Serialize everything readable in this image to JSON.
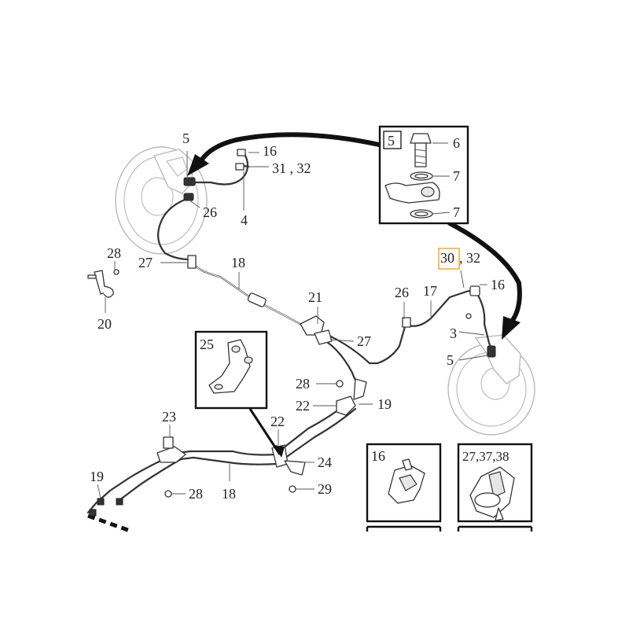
{
  "callouts": {
    "c5_top": "5",
    "c16_top": "16",
    "c3132_top": "31 , 32",
    "c26_top": "26",
    "c4": "4",
    "c28_left": "28",
    "c27_left": "27",
    "c18_mid": "18",
    "c20": "20",
    "c21": "21",
    "c27_mid": "27",
    "c26_right": "26",
    "c17": "17",
    "c3032_a": "30",
    "c3032_b": ", 32",
    "c16_right": "16",
    "c3": "3",
    "c5_right": "5",
    "c28_mid": "28",
    "c22_mid": "22",
    "c19_mid": "19",
    "c22_low": "22",
    "c24": "24",
    "c29": "29",
    "c23": "23",
    "c19_left": "19",
    "c28_low": "28",
    "c18_low": "18"
  },
  "inset5": {
    "box_label": "5",
    "c6": "6",
    "c7_a": "7",
    "c7_b": "7"
  },
  "inset25": {
    "label": "25"
  },
  "inset16": {
    "label": "16"
  },
  "inset27": {
    "label": "27,37,38"
  },
  "colors": {
    "highlight": "#f2a61d",
    "line": "#333333",
    "ghost": "#b9b9b9"
  }
}
